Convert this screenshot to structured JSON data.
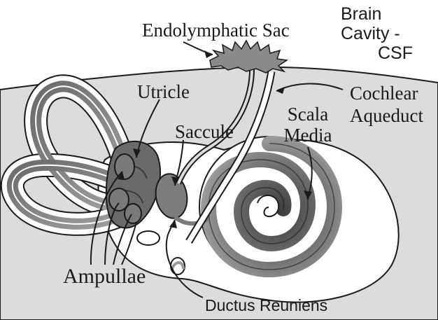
{
  "labels": {
    "endolymphatic_sac": "Endolymphatic Sac",
    "brain_cavity_l1": "Brain",
    "brain_cavity_l2": "Cavity -",
    "brain_cavity_l3": "CSF",
    "utricle": "Utricle",
    "saccule": "Saccule",
    "scala_media_l1": "Scala",
    "scala_media_l2": "Media",
    "cochlear_aqueduct_l1": "Cochlear",
    "cochlear_aqueduct_l2": "Aqueduct",
    "ampullae": "Ampullae",
    "ductus_reuniens": "Ductus Reuniens"
  },
  "colors": {
    "bone": "#dcdcdc",
    "perilymph_space": "#ffffff",
    "membranous_dark": "#5c5c5c",
    "membranous_mid": "#8f8f8f",
    "outline": "#1a1a1a"
  }
}
